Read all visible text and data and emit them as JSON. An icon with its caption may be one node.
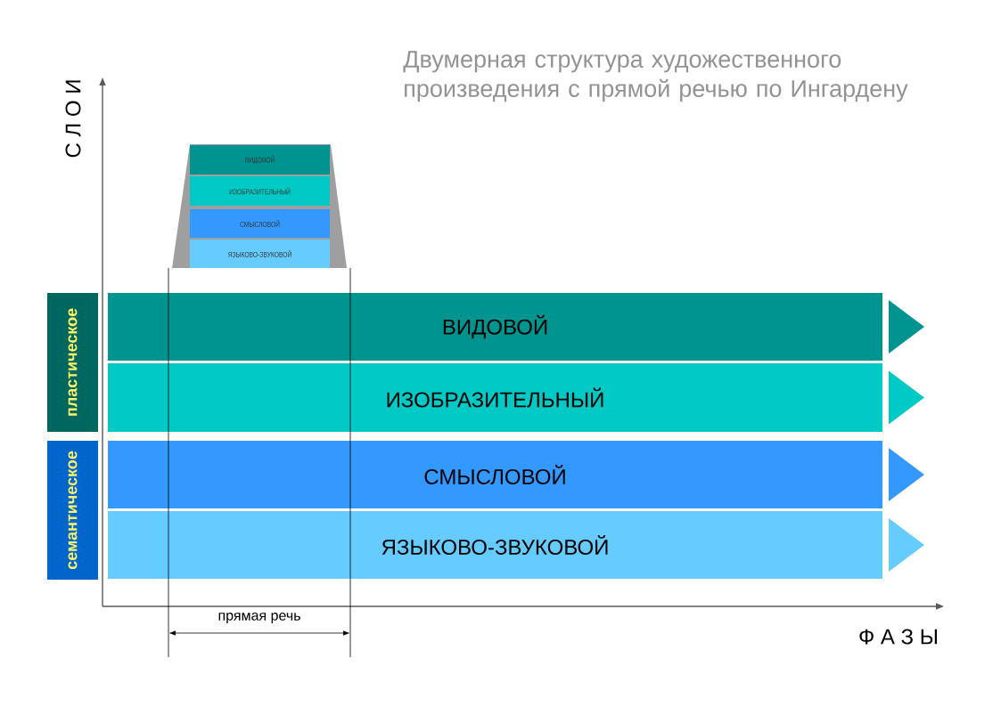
{
  "diagram": {
    "title": "Двумерная структура художественного произведения с прямой речью по Ингардену",
    "nodes": [
      {
        "text": [
          "ВИДОВОЙ"
        ]
      },
      {
        "text": [
          "ИЗОБРАЗИТЕЛЬНЫЙ"
        ]
      },
      {
        "text": [
          "СМЫСЛОВОЙ"
        ]
      },
      {
        "text": [
          "ЯЗЫКОВО-ЗВУКОВОЙ"
        ]
      },
      {
        "text": [
          "пластическое"
        ]
      },
      {
        "text": [
          "семантическое"
        ]
      },
      {
        "text": [
          "ВИДОВОЙ"
        ]
      },
      {
        "text": [
          "ИЗОБРАЗИТЕЛЬНЫЙ"
        ]
      },
      {
        "text": [
          "СМЫСЛОВОЙ"
        ]
      },
      {
        "text": [
          "ЯЗЫКОВО-ЗВУКОВОЙ"
        ]
      }
    ],
    "labels": [
      "С Л О И",
      "Ф А З Ы",
      "прямая речь"
    ]
  }
}
